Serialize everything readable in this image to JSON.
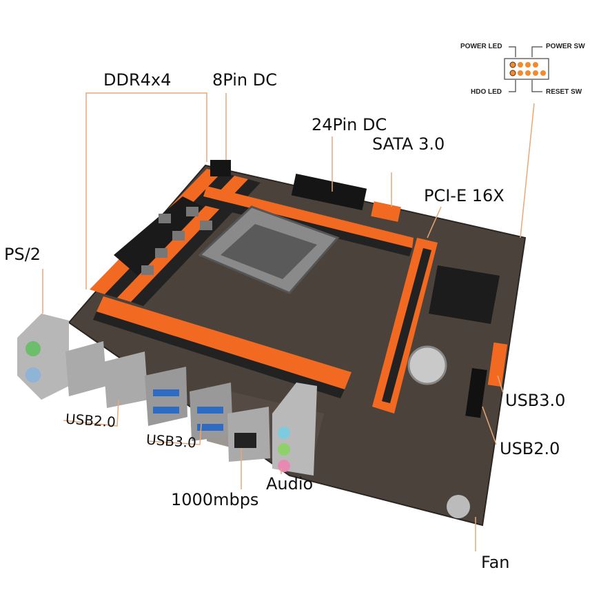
{
  "labels": {
    "ddr": "DDR4x4",
    "pin8": "8Pin DC",
    "pin24": "24Pin DC",
    "sata": "SATA 3.0",
    "pcie": "PCI-E 16X",
    "ps2": "PS/2",
    "usb30_right": "USB3.0",
    "usb20_right": "USB2.0",
    "fan": "Fan",
    "audio": "Audio",
    "lan": "1000mbps",
    "usb20_rear": "USB2.0",
    "usb30_rear": "USB3.0"
  },
  "front_panel": {
    "power_led": "POWER LED",
    "power_sw": "POWER SW",
    "hdd_led": "HDO LED",
    "reset_sw": "RESET SW"
  },
  "colors": {
    "accent": "#f26a21",
    "board": "#4a403a",
    "line": "#e8a878"
  }
}
